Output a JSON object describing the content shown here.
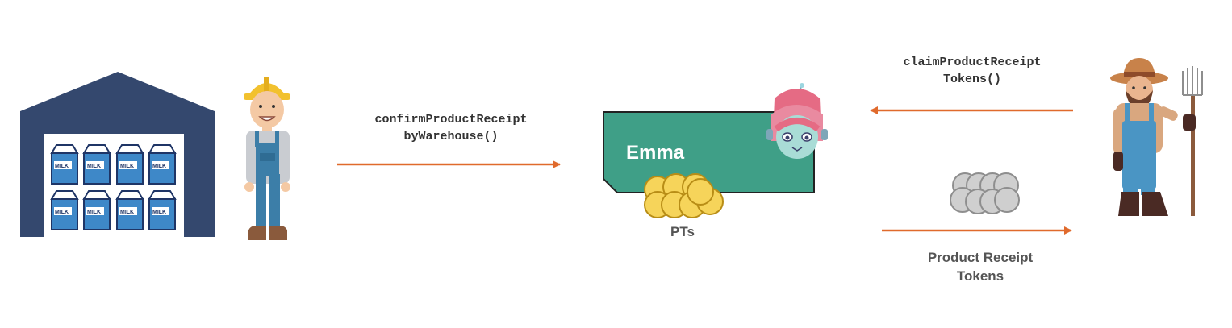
{
  "flow": {
    "step1_function": [
      "confirmProductReceipt",
      "byWarehouse()"
    ],
    "step2_function": [
      "claimProductReceipt",
      "Tokens()"
    ],
    "wallet_owner": "Emma",
    "wallet_tokens_label": "PTs",
    "returned_tokens_label": [
      "Product Receipt",
      "Tokens"
    ]
  },
  "actors": {
    "warehouse_icon": "warehouse-icon",
    "carton_text": "MILK",
    "carton_count": 8,
    "worker_icon": "warehouse-worker-icon",
    "robot_icon": "robot-avatar-icon",
    "farmer_icon": "farmer-icon"
  },
  "colors": {
    "warehouse": "#34486e",
    "milk_carton": "#3e88c8",
    "wallet": "#3f9f87",
    "gold_coin": "#f6d45a",
    "grey_token": "#cfcfcf",
    "arrow": "#e06a2c"
  }
}
